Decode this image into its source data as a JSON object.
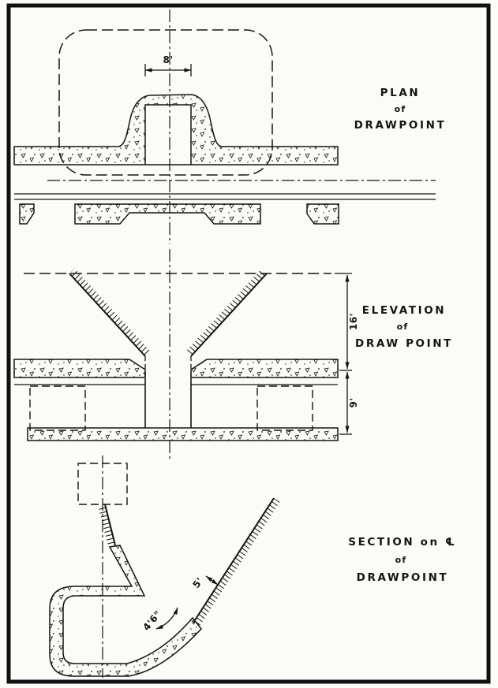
{
  "figure": {
    "type": "engineering-drawing",
    "subject": "Drawpoint mining layout",
    "ink_color": "#141414",
    "paper_color": "#fbfbf8"
  },
  "plan": {
    "label": {
      "line1": "PLAN",
      "line2": "of",
      "line3": "DRAWPOINT"
    },
    "dims": {
      "opening_width": "8'"
    }
  },
  "elevation": {
    "label": {
      "line1": "ELEVATION",
      "line2": "of",
      "line3": "DRAW POINT"
    },
    "dims": {
      "cone_height": "16'",
      "raise_height": "9'"
    }
  },
  "section": {
    "label": {
      "line1": "SECTION on ℄",
      "line2": "of",
      "line3": "DRAWPOINT"
    },
    "dims": {
      "throat_width": "4'6\"",
      "brow_height": "5'"
    }
  }
}
